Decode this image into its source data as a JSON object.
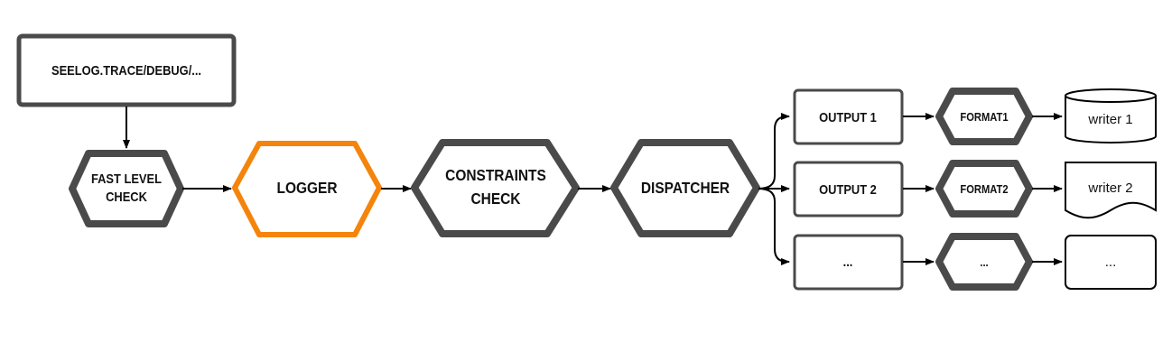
{
  "colors": {
    "stroke": "#4a4a4a",
    "accent": "#f5840c",
    "arrow": "#000000",
    "text": "#111111"
  },
  "nodes": {
    "source": [
      "SEELOG.TRACE/DEBUG/..."
    ],
    "fast_level_check": [
      "FAST LEVEL",
      "CHECK"
    ],
    "logger": [
      "LOGGER"
    ],
    "constraints_check": [
      "CONSTRAINTS",
      "CHECK"
    ],
    "dispatcher": [
      "DISPATCHER"
    ],
    "outputs": [
      {
        "output": "OUTPUT 1",
        "format": "FORMAT1",
        "writer": "writer 1",
        "writer_shape": "database-icon"
      },
      {
        "output": "OUTPUT 2",
        "format": "FORMAT2",
        "writer": "writer 2",
        "writer_shape": "document-icon"
      },
      {
        "output": "...",
        "format": "...",
        "writer": "...",
        "writer_shape": "rounded-box"
      }
    ]
  }
}
